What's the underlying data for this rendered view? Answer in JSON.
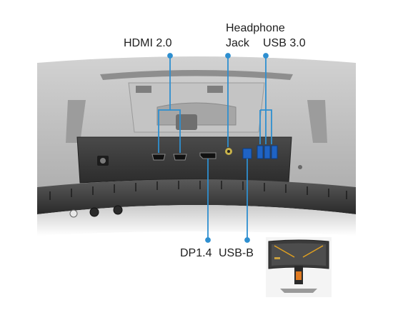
{
  "labels": {
    "hdmi": "HDMI 2.0",
    "headphone_line1": "Headphone",
    "headphone_line2": "Jack",
    "usb3": "USB 3.0",
    "dp": "DP1.4",
    "usbb": "USB-B"
  },
  "colors": {
    "callout": "#2e8fd0",
    "monitor_body": "#b9b9b9",
    "port_panel": "#3a3a3a",
    "usb_port": "#1f63c4"
  },
  "icons": [
    "power-jack-icon",
    "hdmi-port-icon",
    "displayport-icon",
    "audio-jack-icon",
    "usb-b-port-icon",
    "usb-a-port-icon",
    "joystick-icon"
  ]
}
